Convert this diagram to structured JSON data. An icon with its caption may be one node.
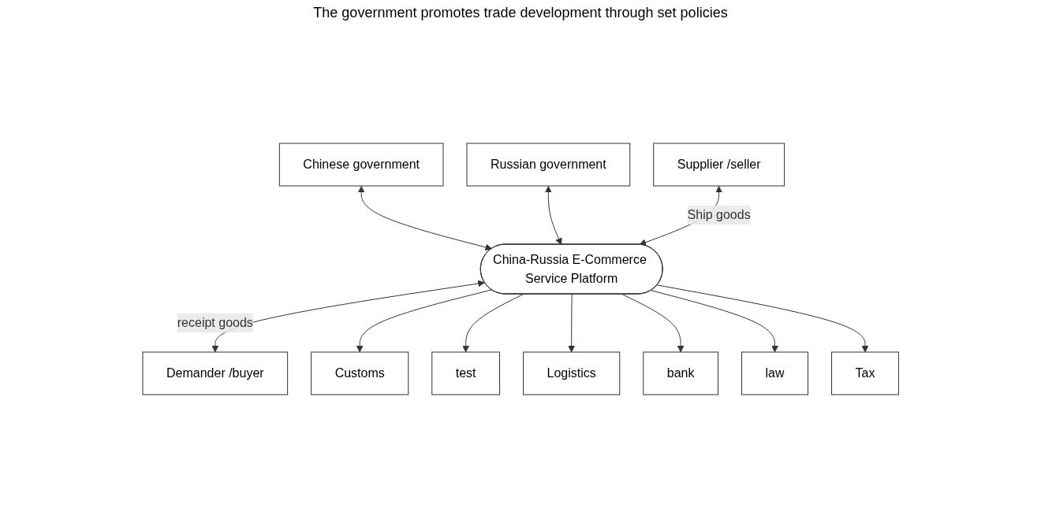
{
  "diagram": {
    "nodes": [
      {
        "text": [
          "Chinese government"
        ]
      },
      {
        "text": [
          "Russian government"
        ]
      },
      {
        "text": [
          "Supplier /seller"
        ]
      },
      {
        "text": [
          "China-Russia E-Commerce Service Platform"
        ]
      },
      {
        "text": [
          "Demander /buyer"
        ]
      },
      {
        "text": [
          "Customs"
        ]
      },
      {
        "text": [
          "test"
        ]
      },
      {
        "text": [
          "Logistics"
        ]
      },
      {
        "text": [
          "bank"
        ]
      },
      {
        "text": [
          "law"
        ]
      },
      {
        "text": [
          "Tax"
        ]
      }
    ],
    "edges": [
      {
        "from": 0,
        "to": 3,
        "arrow": "both"
      },
      {
        "from": 1,
        "to": 3,
        "arrow": "both"
      },
      {
        "from": 2,
        "to": 3,
        "arrow": "both",
        "label": "Ship goods"
      },
      {
        "from": 3,
        "to": 4,
        "arrow": "both",
        "label": "receipt goods"
      },
      {
        "from": 3,
        "to": 5,
        "arrow": "to"
      },
      {
        "from": 3,
        "to": 6,
        "arrow": "to"
      },
      {
        "from": 3,
        "to": 7,
        "arrow": "to"
      },
      {
        "from": 3,
        "to": 8,
        "arrow": "to"
      },
      {
        "from": 3,
        "to": 9,
        "arrow": "to"
      },
      {
        "from": 3,
        "to": 10,
        "arrow": "to"
      }
    ],
    "labels": [
      "The government promotes trade development through set policies"
    ]
  }
}
